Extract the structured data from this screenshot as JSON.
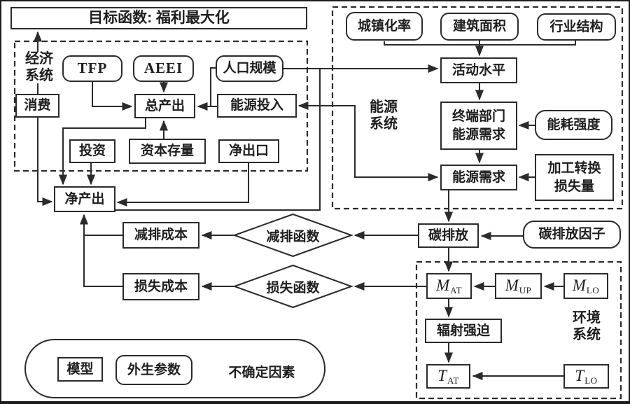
{
  "figure": {
    "objective": "目标函数: 福利最大化"
  },
  "systems": {
    "economic": "经济\n系统",
    "energy": "能源\n系统",
    "environment": "环境\n系统"
  },
  "nodes": {
    "tfp": "TFP",
    "aeei": "AEEI",
    "population": "人口规模",
    "consumption": "消费",
    "total_output": "总产出",
    "energy_input": "能源投入",
    "investment": "投资",
    "capital_stock": "资本存量",
    "net_export": "净出口",
    "net_output": "净产出",
    "urbanization": "城镇化率",
    "building_area": "建筑面积",
    "industry_structure": "行业结构",
    "activity_level": "活动水平",
    "end_use_energy_demand": "终端部门\n能源需求",
    "energy_intensity": "能耗强度",
    "energy_demand": "能源需求",
    "processing_loss": "加工转换\n损失量",
    "carbon_emission": "碳排放",
    "emission_factor": "碳排放因子",
    "abatement_function": "减排函数",
    "abatement_cost": "减排成本",
    "damage_function": "损失函数",
    "damage_cost": "损失成本",
    "m_at": {
      "main": "M",
      "sub": "AT"
    },
    "m_up": {
      "main": "M",
      "sub": "UP"
    },
    "m_lo": {
      "main": "M",
      "sub": "LO"
    },
    "radiative_forcing": "辐射强迫",
    "t_at": {
      "main": "T",
      "sub": "AT"
    },
    "t_lo": {
      "main": "T",
      "sub": "LO"
    }
  },
  "legend": {
    "model": "模型",
    "exogenous": "外生参数",
    "uncertain": "不确定因素"
  },
  "colors": {
    "ink": "#2b2b2b",
    "background": "#ffffff"
  }
}
